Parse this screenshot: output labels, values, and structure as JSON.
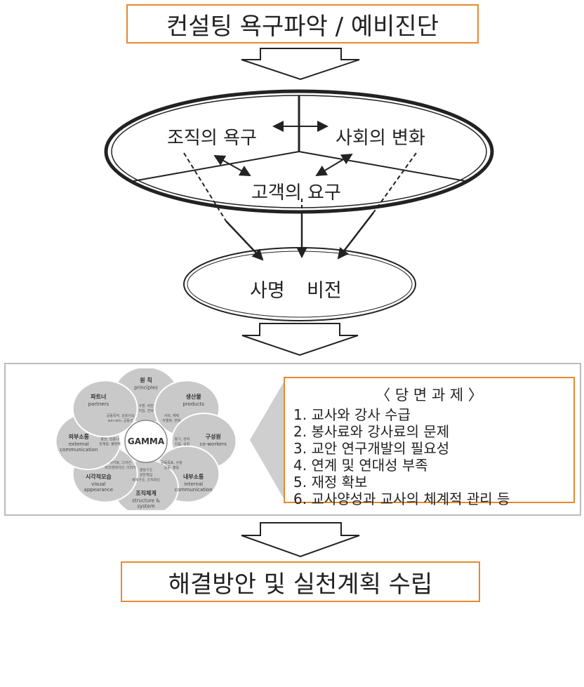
{
  "top_box": "컨설팅 욕구파악 / 예비진단",
  "bottom_box": "해결방안 및 실천계획 수립",
  "big_ellipse": {
    "org_needs": "조직의 욕구",
    "social_change": "사회의 변화",
    "customer_needs": "고객의 요구"
  },
  "small_ellipse": {
    "mission": "사명",
    "vision": "비전"
  },
  "gamma": {
    "center": "GAMMA",
    "petals": [
      {
        "title": "원 칙",
        "sub": "principles",
        "note": "사명, 비전\n지침, 전략"
      },
      {
        "title": "생산물",
        "sub": "products",
        "note": "서비, 혜택\n차별화, 변화"
      },
      {
        "title": "구성원",
        "sub": "co-workers",
        "note": "동기, 관여\n지침, 성장"
      },
      {
        "title": "내부소통",
        "sub": "internal\ncommunication",
        "note": "공동목표, 수용\n갈등, 평등"
      },
      {
        "title": "조직체계",
        "sub": "structure &\nsystem",
        "note": "결정구조\n권한책임\n체제구조, 조직화인"
      },
      {
        "title": "시각적모습",
        "sub": "visual\nappearance",
        "note": "시각화, 디자인\n프리젠테이션, 이미지"
      },
      {
        "title": "외부소통",
        "sub": "external\ncommunication",
        "note": "홍보, 언론나\n관계망, 평판력"
      },
      {
        "title": "파트너",
        "sub": "partners",
        "note": "공동목적, 상호이속\nwin-win, 공동선"
      }
    ]
  },
  "issues": {
    "title": "〈 당 면 과 제 〉",
    "items": [
      "1. 교사와 강사 수급",
      "2. 봉사료와 강사료의 문제",
      "3. 교안 연구개발의 필요성",
      "4. 연계 및 연대성 부족",
      "5. 재정 확보",
      "6. 교사양성과 교사의 체계적 관리 등"
    ]
  }
}
